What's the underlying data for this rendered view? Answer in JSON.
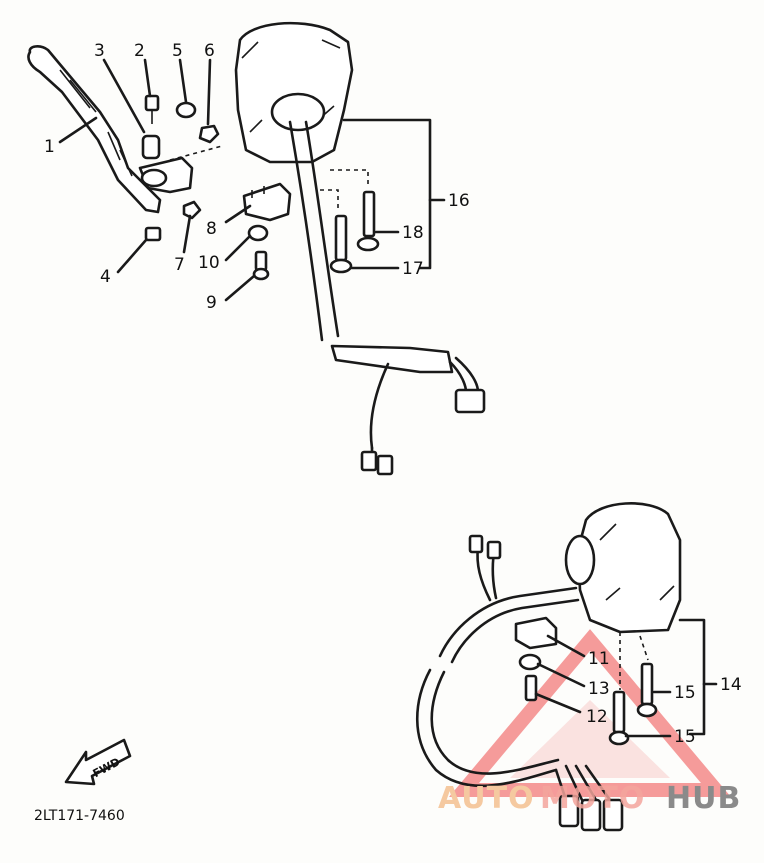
{
  "callouts": {
    "c1": "1",
    "c2": "2",
    "c3": "3",
    "c4": "4",
    "c5": "5",
    "c6": "6",
    "c7": "7",
    "c8": "8",
    "c9": "9",
    "c10": "10",
    "c11": "11",
    "c12": "12",
    "c13": "13",
    "c14": "14",
    "c15a": "15",
    "c15b": "15",
    "c16": "16",
    "c17": "17",
    "c18": "18"
  },
  "fwd_label": "FWD",
  "drawing_code": "2LT171-7460",
  "watermark": {
    "part1": "AUTO",
    "part2": "MOTO",
    "part3": "HUB",
    "color_auto": "#f5c9a0",
    "color_moto": "#f3a59c",
    "color_hub": "#8a8a8a",
    "triangle_color": "#ee4b4b"
  }
}
